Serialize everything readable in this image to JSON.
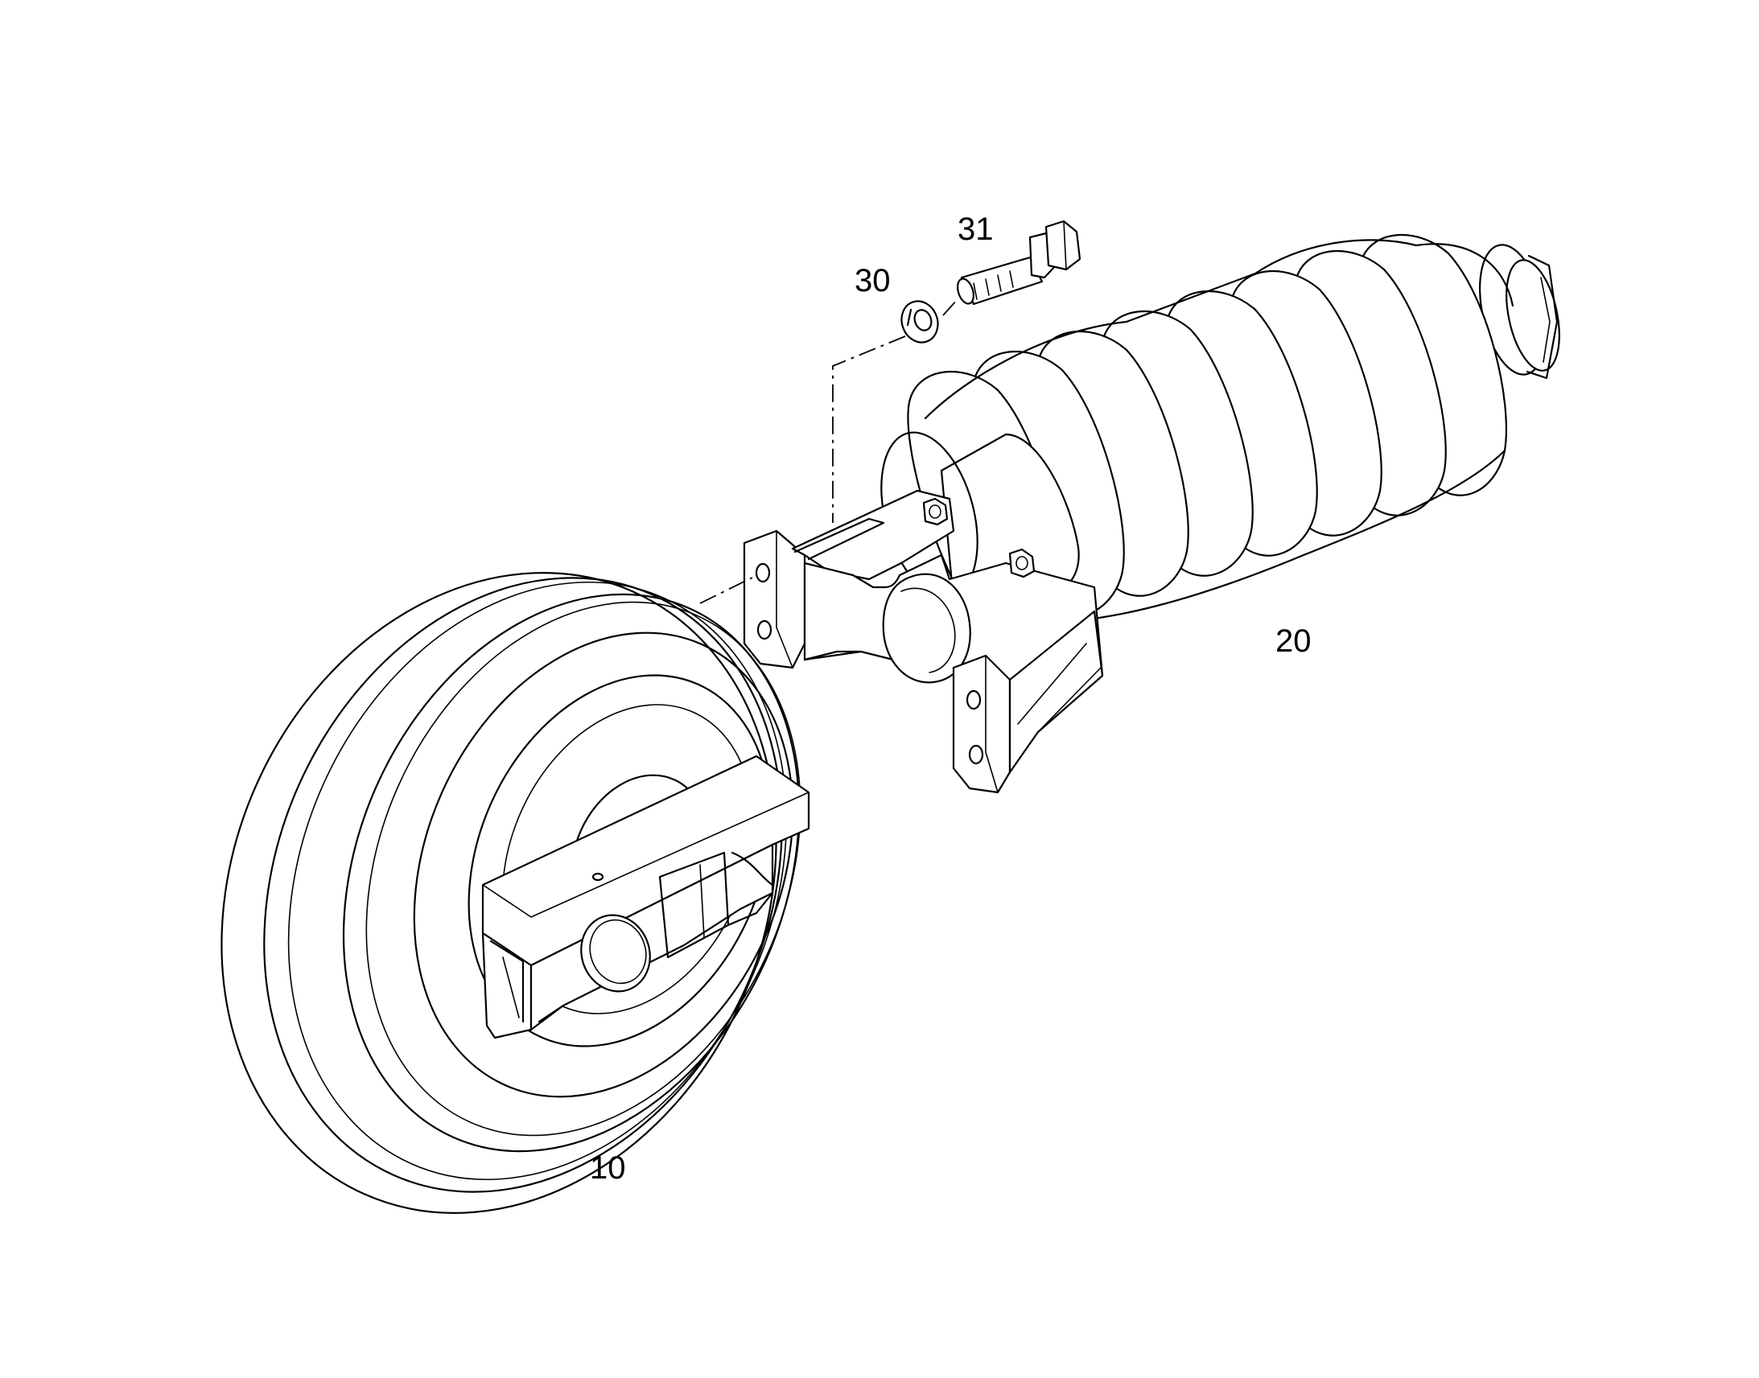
{
  "parts": [
    {
      "id": "idler-wheel",
      "number": "10"
    },
    {
      "id": "recoil-spring-assembly",
      "number": "20"
    },
    {
      "id": "lock-washer",
      "number": "30"
    },
    {
      "id": "hex-bolt",
      "number": "31"
    }
  ],
  "colors": {
    "line": "#000000",
    "background": "#ffffff"
  }
}
